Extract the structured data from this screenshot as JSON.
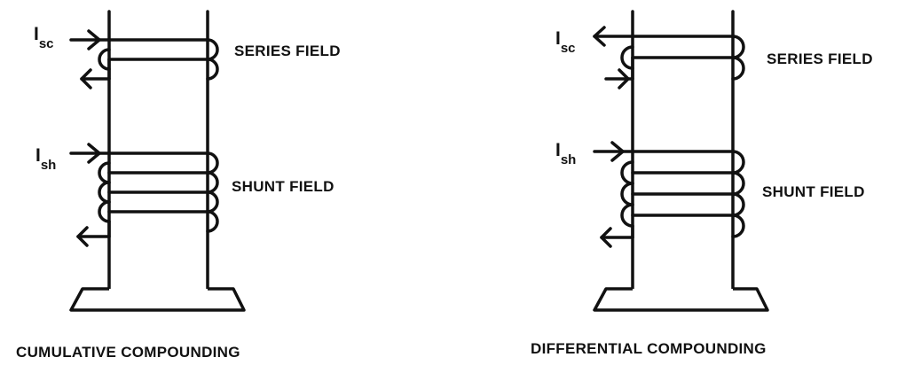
{
  "diagrams": [
    {
      "caption": "CUMULATIVE COMPOUNDING",
      "series_label": "SERIES FIELD",
      "shunt_label": "SHUNT FIELD",
      "series_current": {
        "symbol": "I",
        "subscript": "sc"
      },
      "shunt_current": {
        "symbol": "I",
        "subscript": "sh"
      },
      "series_input_arrow": "right",
      "series_output_arrow": "left",
      "shunt_input_arrow": "right",
      "shunt_output_arrow": "left"
    },
    {
      "caption": "DIFFERENTIAL COMPOUNDING",
      "series_label": "SERIES FIELD",
      "shunt_label": "SHUNT FIELD",
      "series_current": {
        "symbol": "I",
        "subscript": "sc"
      },
      "shunt_current": {
        "symbol": "I",
        "subscript": "sh"
      },
      "series_input_arrow": "left",
      "series_output_arrow": "right",
      "shunt_input_arrow": "right",
      "shunt_output_arrow": "left"
    }
  ],
  "colors": {
    "line": "#111111",
    "background": "#ffffff"
  }
}
